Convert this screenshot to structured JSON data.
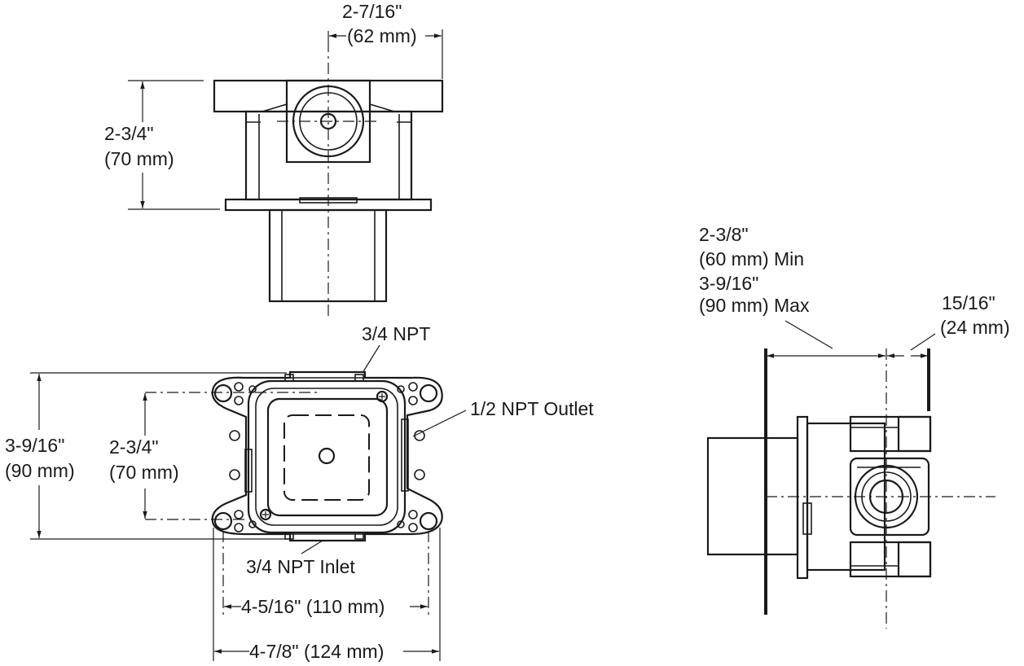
{
  "top_view": {
    "width_dim": [
      "2-7/16\"",
      "(62 mm)"
    ],
    "height_dim": [
      "2-3/4\"",
      "(70 mm)"
    ]
  },
  "front_view": {
    "outer_height_dim": [
      "3-9/16\"",
      "(90 mm)"
    ],
    "inner_height_dim": [
      "2-3/4\"",
      "(70 mm)"
    ],
    "top_port_label": "3/4 NPT",
    "outlet_label": "1/2 NPT Outlet",
    "inlet_label": "3/4 NPT Inlet",
    "inner_width_dim": "4-5/16\" (110 mm)",
    "outer_width_dim": "4-7/8\" (124 mm)"
  },
  "side_view": {
    "depth_dim": [
      "2-3/8\"",
      "(60 mm) Min",
      "3-9/16\"",
      "(90 mm) Max"
    ],
    "offset_dim": [
      "15/16\"",
      "(24 mm)"
    ]
  }
}
